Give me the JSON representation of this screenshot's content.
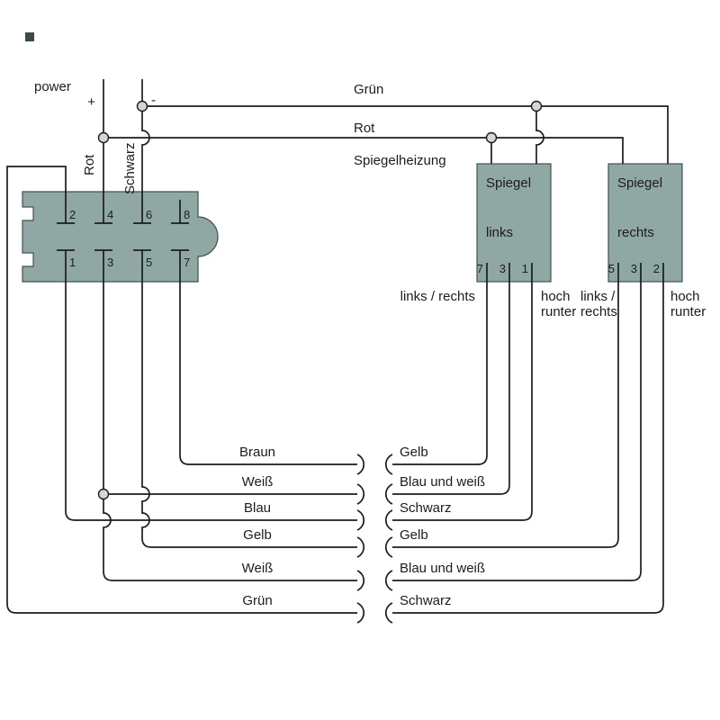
{
  "diagram": {
    "power": {
      "label": "power",
      "plus": "+",
      "minus": "-"
    },
    "top_wires": {
      "gruen": "Grün",
      "rot": "Rot",
      "heizung": "Spiegelheizung"
    },
    "feed_wires": {
      "rot": "Rot",
      "schwarz": "Schwarz"
    },
    "connector_block": {
      "top_pins": [
        "2",
        "4",
        "6",
        "8"
      ],
      "bottom_pins": [
        "1",
        "3",
        "5",
        "7"
      ]
    },
    "mirror_left": {
      "name_line1": "Spiegel",
      "name_line2": "links",
      "pins": [
        "7",
        "3",
        "1"
      ],
      "caption_left": "links / rechts",
      "caption_right_line1": "hoch",
      "caption_right_line2": "runter"
    },
    "mirror_right": {
      "name_line1": "Spiegel",
      "name_line2": "rechts",
      "pins": [
        "5",
        "3",
        "2"
      ],
      "caption_left_line1": "links /",
      "caption_left_line2": "rechts",
      "caption_right_line1": "hoch",
      "caption_right_line2": "runter"
    },
    "splice_rows": [
      {
        "left": "Braun",
        "right": "Gelb"
      },
      {
        "left": "Weiß",
        "right": "Blau und weiß"
      },
      {
        "left": "Blau",
        "right": "Schwarz"
      },
      {
        "left": "Gelb",
        "right": "Gelb"
      },
      {
        "left": "Weiß",
        "right": "Blau und weiß"
      },
      {
        "left": "Grün",
        "right": "Schwarz"
      }
    ],
    "colors": {
      "box_fill": "#8fa8a4",
      "box_stroke": "#44514f",
      "wire": "#1c1c1c",
      "text": "#1c1c1c",
      "node_fill": "#d6d6d6",
      "background": "#ffffff",
      "corner_mark": "#3f4a48"
    }
  }
}
